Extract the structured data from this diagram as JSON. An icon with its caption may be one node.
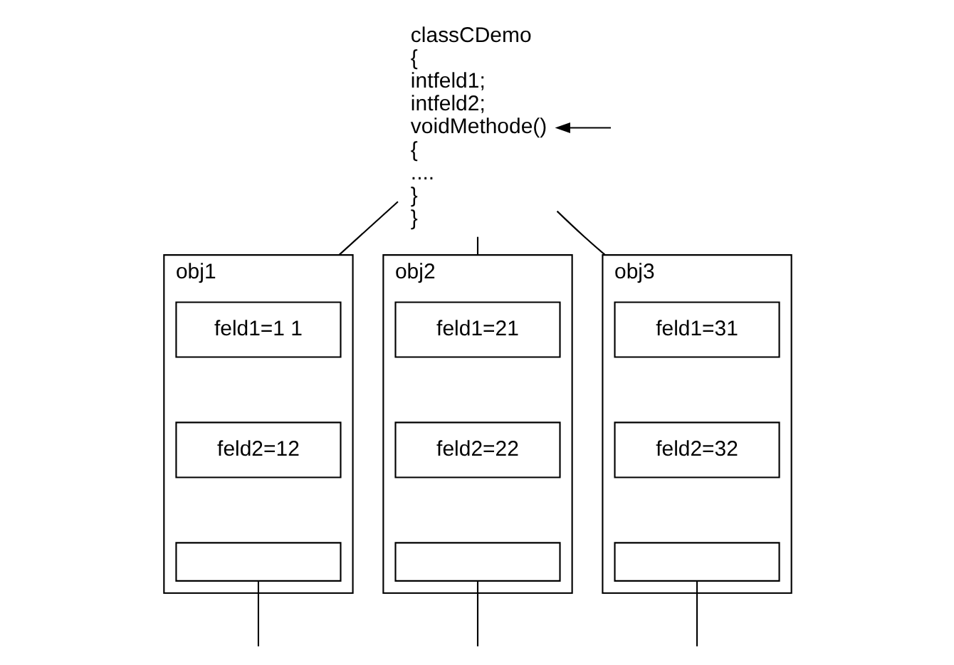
{
  "diagram": {
    "nodes": [
      {
        "text": [
          "classCDemo",
          "{",
          "intfeld1;",
          "intfeld2;",
          "voidMethode()",
          "{",
          "....",
          "}",
          "}"
        ]
      },
      {
        "text": [
          "obj1"
        ]
      },
      {
        "text": [
          "feld1=1 1"
        ],
        "in": 1
      },
      {
        "text": [
          "feld2=12"
        ],
        "in": 1
      },
      {
        "text": [],
        "shape": "box",
        "in": 1
      },
      {
        "text": [
          "obj2"
        ]
      },
      {
        "text": [
          "feld1=21"
        ],
        "in": 5
      },
      {
        "text": [
          "feld2=22"
        ],
        "in": 5
      },
      {
        "text": [],
        "shape": "box",
        "in": 5
      },
      {
        "text": [
          "obj3"
        ]
      },
      {
        "text": [
          "feld1=31"
        ],
        "in": 9
      },
      {
        "text": [
          "feld2=32"
        ],
        "in": 9
      },
      {
        "text": [],
        "shape": "box",
        "in": 9
      }
    ],
    "edges": [
      {
        "from": 0,
        "to": 1,
        "arrow": "none"
      },
      {
        "from": 0,
        "to": 5,
        "arrow": "none"
      },
      {
        "from": 0,
        "to": 9,
        "arrow": "none"
      },
      {
        "from": null,
        "to": 0,
        "arrow": "to"
      },
      {
        "from": 4,
        "to": null,
        "arrow": "none"
      },
      {
        "from": 8,
        "to": null,
        "arrow": "none"
      },
      {
        "from": 12,
        "to": null,
        "arrow": "none"
      }
    ]
  }
}
